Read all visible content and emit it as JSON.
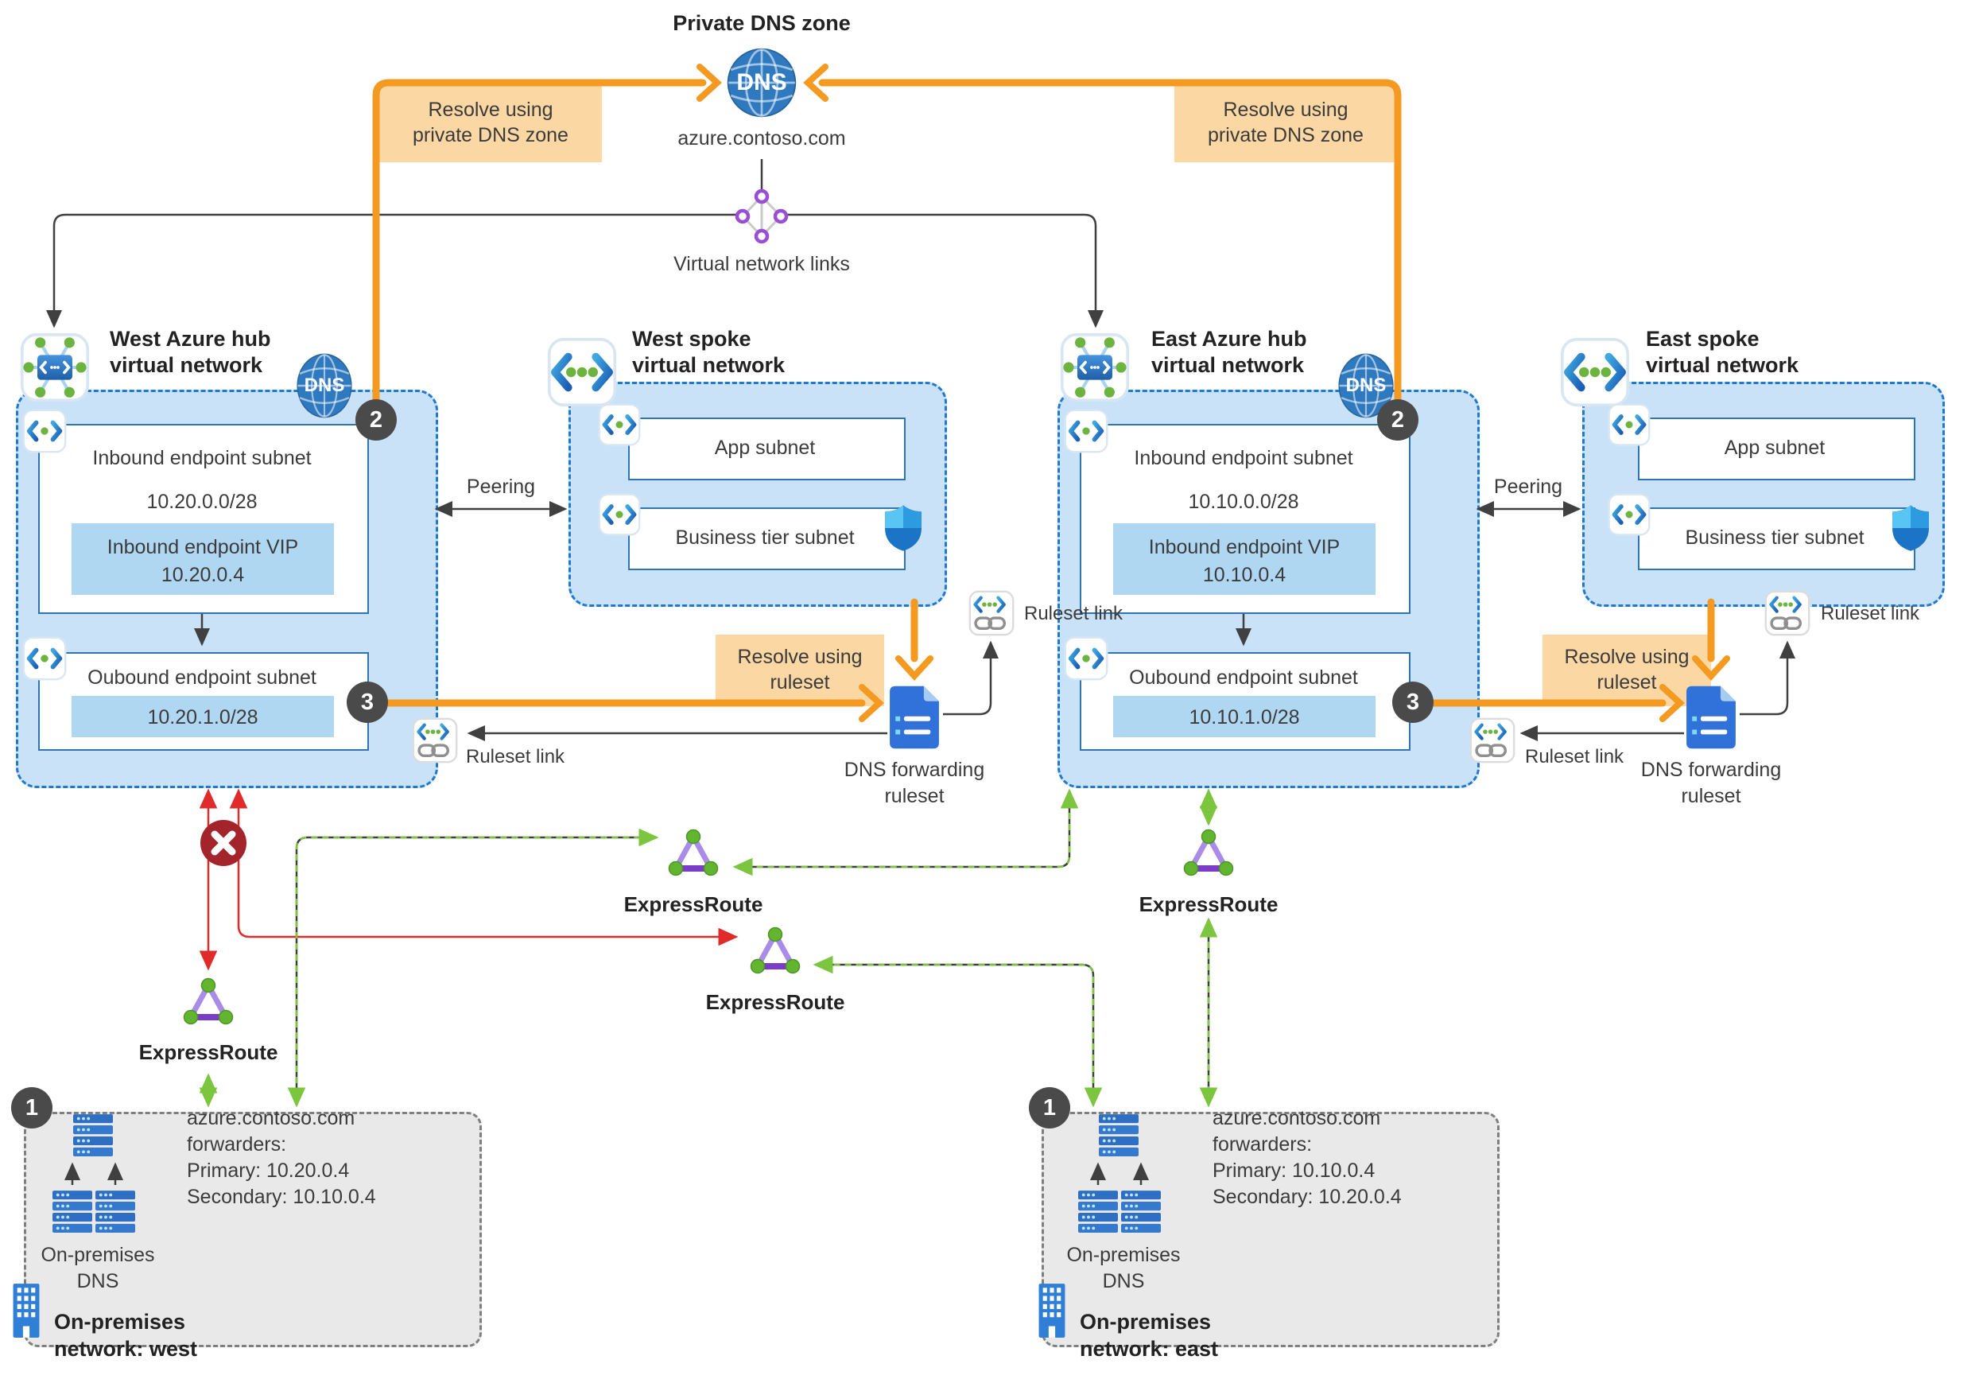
{
  "diagram": {
    "top": {
      "title": "Private DNS zone",
      "globe": "DNS",
      "zone": "azure.contoso.com",
      "links": "Virtual network links"
    },
    "callout_private": {
      "l1": "Resolve using",
      "l2": "private DNS zone"
    },
    "callout_ruleset": {
      "l1": "Resolve using",
      "l2": "ruleset"
    },
    "steps": {
      "s1": "1",
      "s2": "2",
      "s3": "3"
    },
    "labels": {
      "peering": "Peering",
      "expressroute": "ExpressRoute",
      "ruleset_link": "Ruleset link",
      "fwd1": "DNS forwarding",
      "fwd2": "ruleset"
    },
    "west_hub": {
      "t1": "West Azure hub",
      "t2": "virtual network",
      "dns": "DNS",
      "in_title": "Inbound endpoint subnet",
      "in_cidr": "10.20.0.0/28",
      "vip1": "Inbound endpoint VIP",
      "vip2": "10.20.0.4",
      "out_title": "Oubound endpoint subnet",
      "out_cidr": "10.20.1.0/28"
    },
    "east_hub": {
      "t1": "East Azure hub",
      "t2": "virtual network",
      "dns": "DNS",
      "in_title": "Inbound endpoint subnet",
      "in_cidr": "10.10.0.0/28",
      "vip1": "Inbound endpoint VIP",
      "vip2": "10.10.0.4",
      "out_title": "Oubound endpoint subnet",
      "out_cidr": "10.10.1.0/28"
    },
    "west_spoke": {
      "t1": "West spoke",
      "t2": "virtual network",
      "app": "App subnet",
      "biz": "Business tier subnet"
    },
    "east_spoke": {
      "t1": "East spoke",
      "t2": "virtual network",
      "app": "App subnet",
      "biz": "Business tier subnet"
    },
    "west_onprem": {
      "f1": "azure.contoso.com",
      "f2": "forwarders:",
      "f3": "Primary: 10.20.0.4",
      "f4": "Secondary: 10.10.0.4",
      "d1": "On-premises",
      "d2": "DNS",
      "n1": "On-premises",
      "n2": "network: west"
    },
    "east_onprem": {
      "f1": "azure.contoso.com",
      "f2": "forwarders:",
      "f3": "Primary: 10.10.0.4",
      "f4": "Secondary: 10.20.0.4",
      "d1": "On-premises",
      "d2": "DNS",
      "n1": "On-premises",
      "n2": "network: east"
    }
  },
  "colors": {
    "orange": "#F49A21",
    "orange_fill": "#FAD7A3",
    "green": "#7CC53F",
    "red": "#E02B2B",
    "dark_red": "#A3242A",
    "hub_fill": "#C9E2F7",
    "hub_border": "#1E79D0",
    "inner_border": "#2E75B6",
    "vip_fill": "#AFD7F2",
    "onprem_fill": "#E9E9E9",
    "badge_bg": "#4A4A4A",
    "line": "#404040"
  }
}
